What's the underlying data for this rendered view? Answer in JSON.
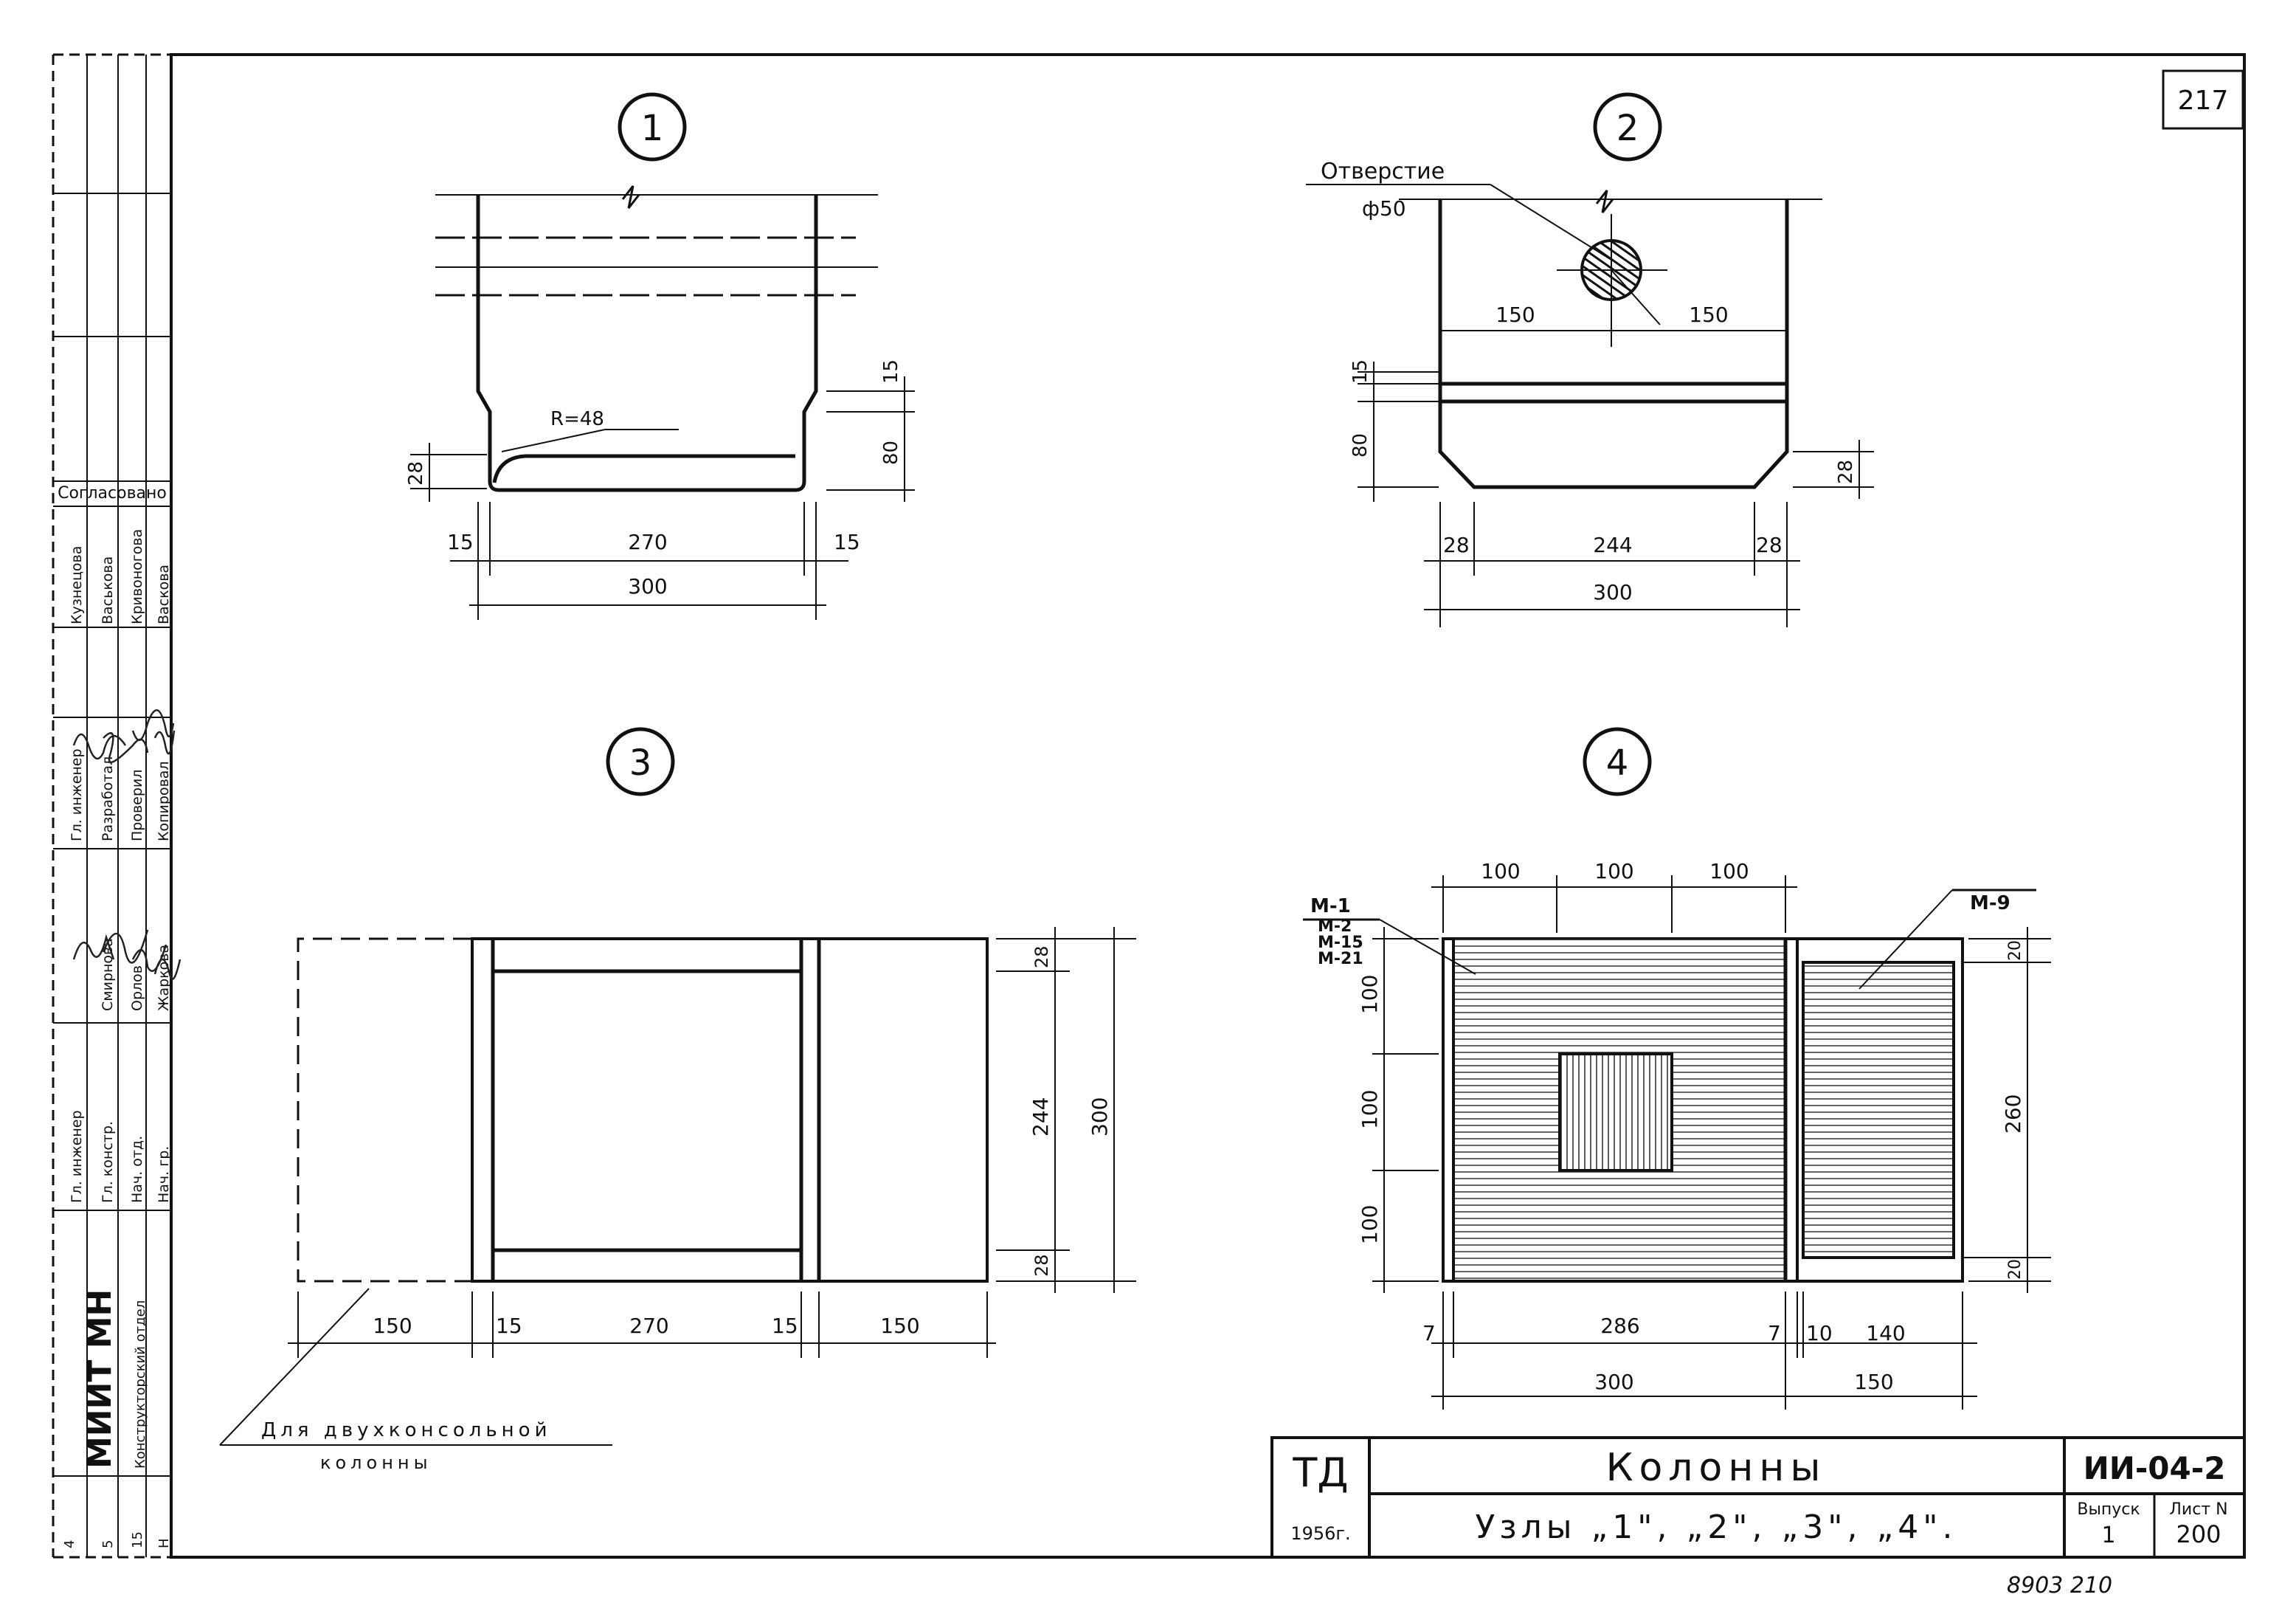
{
  "sheet": {
    "page_number": "217",
    "footer_numbers": "8903 210",
    "title_block": {
      "org": "ТД",
      "year": "1956г.",
      "title": "Колонны",
      "subtitle": "Узлы „1\", „2\", „3\", „4\".",
      "series": "ИИ-04-2",
      "issue_label": "Выпуск",
      "issue": "1",
      "sheet_label": "Лист N",
      "sheet_no": "200"
    },
    "side_stamp": {
      "agreed": "Согласовано",
      "institute": "МИИТ МН",
      "department": "Конструкторский отдел",
      "roles": [
        "Гл. инженер",
        "Гл. констр.",
        "Нач. отд.",
        "Нач. гр.",
        "Гл. инженер",
        "Разработал",
        "Проверил",
        "Копировал"
      ],
      "names": [
        "Кузнецова",
        "Васькова",
        "Кривоногова",
        "Васкова",
        "Смирнова",
        "Орлов",
        "Жаркова"
      ],
      "small": [
        "4",
        "5",
        "15",
        "Н"
      ]
    }
  },
  "nodes": {
    "n1": {
      "label": "1",
      "radius": "R=48",
      "dims": [
        "28",
        "15",
        "270",
        "15",
        "300",
        "15",
        "80"
      ]
    },
    "n2": {
      "label": "2",
      "hole_title": "Отверстие",
      "hole_dia": "ф50",
      "dims": [
        "150",
        "150",
        "15",
        "80",
        "28",
        "28",
        "244",
        "28",
        "300"
      ]
    },
    "n3": {
      "label": "3",
      "dims": [
        "150",
        "15",
        "270",
        "15",
        "150",
        "28",
        "244",
        "28",
        "300"
      ],
      "note_line1": "Для двухконсольной",
      "note_line2": "колонны"
    },
    "n4": {
      "label": "4",
      "marks_left": [
        "М-1",
        "М-2",
        "М-15",
        "М-21"
      ],
      "mark_right": "М-9",
      "dims_top": [
        "100",
        "100",
        "100"
      ],
      "dims_left": [
        "100",
        "100",
        "100"
      ],
      "dims_bottom": [
        "7",
        "286",
        "7",
        "10",
        "140"
      ],
      "dims_total": [
        "300",
        "150"
      ],
      "dims_right": [
        "20",
        "260",
        "20"
      ]
    }
  }
}
